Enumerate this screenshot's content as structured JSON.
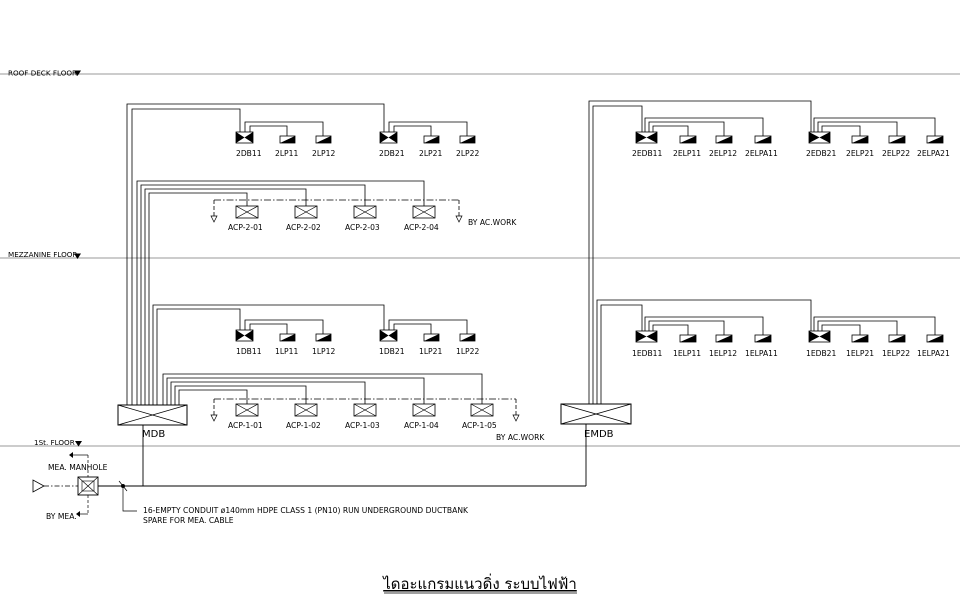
{
  "floors": [
    {
      "label": "ROOF DECK FLOOR"
    },
    {
      "label": "MEZZANINE FLOOR"
    },
    {
      "label": "1St. FLOOR"
    }
  ],
  "main_panels": {
    "mdb": "MDB",
    "emdb": "EMDB"
  },
  "upper_left": {
    "db_a": "2DB11",
    "lp_a": [
      "2LP11",
      "2LP12"
    ],
    "db_b": "2DB21",
    "lp_b": [
      "2LP21",
      "2LP22"
    ]
  },
  "upper_right": {
    "db_a": "2EDB11",
    "lp_a": [
      "2ELP11",
      "2ELP12",
      "2ELPA11"
    ],
    "db_b": "2EDB21",
    "lp_b": [
      "2ELP21",
      "2ELP22",
      "2ELPA21"
    ]
  },
  "lower_left": {
    "db_a": "1DB11",
    "lp_a": [
      "1LP11",
      "1LP12"
    ],
    "db_b": "1DB21",
    "lp_b": [
      "1LP21",
      "1LP22"
    ]
  },
  "lower_right": {
    "db_a": "1EDB11",
    "lp_a": [
      "1ELP11",
      "1ELP12",
      "1ELPA11"
    ],
    "db_b": "1EDB21",
    "lp_b": [
      "1ELP21",
      "1ELP22",
      "1ELPA21"
    ]
  },
  "acp_upper": [
    "ACP-2-01",
    "ACP-2-02",
    "ACP-2-03",
    "ACP-2-04"
  ],
  "acp_lower": [
    "ACP-1-01",
    "ACP-1-02",
    "ACP-1-03",
    "ACP-1-04",
    "ACP-1-05"
  ],
  "by_ac_work": "BY AC.WORK",
  "mea": {
    "manhole": "MEA. MANHOLE",
    "by_mea": "BY MEA."
  },
  "conduit_note": [
    "16-EMPTY CONDUIT ø140mm HDPE CLASS 1 (PN10) RUN UNDERGROUND DUCTBANK",
    "SPARE FOR MEA. CABLE"
  ],
  "title": "ไดอะแกรมแนวดิ่ง ระบบไฟฟ้า"
}
